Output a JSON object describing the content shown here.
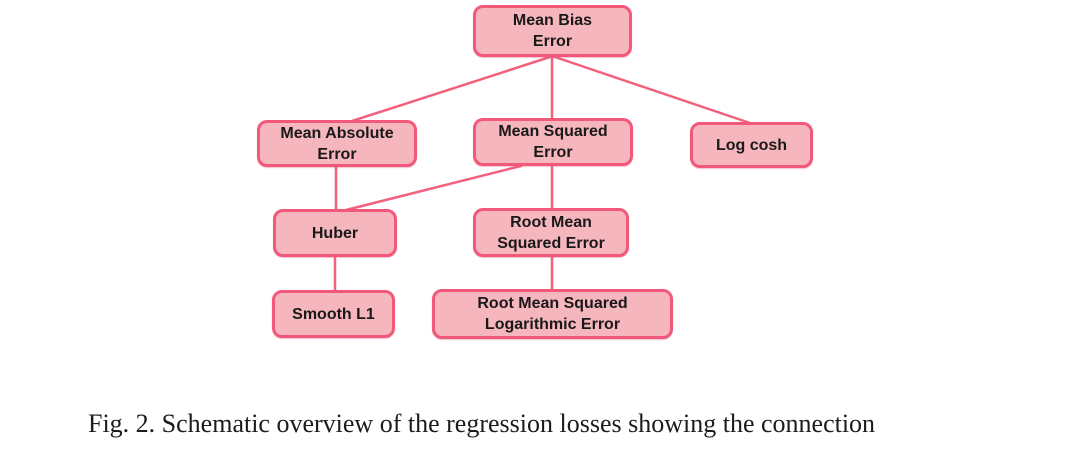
{
  "figure": {
    "caption": "Fig. 2.  Schematic overview of the regression losses showing the connection",
    "colors": {
      "background": "#ffffff",
      "node_fill": "#f6b6bd",
      "node_border": "#f1587a",
      "edge": "#f2607e",
      "node_text": "#191919",
      "caption_text": "#1c1c1c"
    },
    "diagram": {
      "type": "tree",
      "nodes": [
        {
          "id": "mean-bias-error",
          "label": "Mean Bias\nError"
        },
        {
          "id": "mean-absolute-error",
          "label": "Mean Absolute\nError"
        },
        {
          "id": "mean-squared-error",
          "label": "Mean Squared\nError"
        },
        {
          "id": "log-cosh",
          "label": "Log cosh"
        },
        {
          "id": "huber",
          "label": "Huber"
        },
        {
          "id": "root-mean-squared-error",
          "label": "Root Mean\nSquared Error"
        },
        {
          "id": "smooth-l1",
          "label": "Smooth L1"
        },
        {
          "id": "root-mean-squared-logarithmic-error",
          "label": "Root Mean Squared\nLogarithmic Error"
        }
      ],
      "edges": [
        {
          "from": "mean-bias-error",
          "to": "mean-absolute-error"
        },
        {
          "from": "mean-bias-error",
          "to": "mean-squared-error"
        },
        {
          "from": "mean-bias-error",
          "to": "log-cosh"
        },
        {
          "from": "mean-absolute-error",
          "to": "huber"
        },
        {
          "from": "mean-squared-error",
          "to": "huber"
        },
        {
          "from": "mean-squared-error",
          "to": "root-mean-squared-error"
        },
        {
          "from": "huber",
          "to": "smooth-l1"
        },
        {
          "from": "root-mean-squared-error",
          "to": "root-mean-squared-logarithmic-error"
        }
      ]
    }
  }
}
